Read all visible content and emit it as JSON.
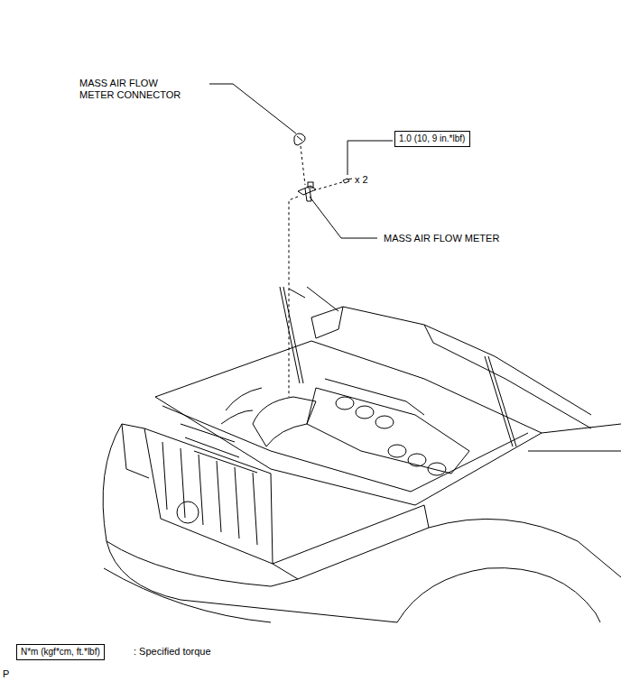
{
  "diagram": {
    "nodes": [
      {
        "text": [
          "1.0 (10, 9 in.*lbf)"
        ]
      },
      {
        "text": [
          "N*m (kgf*cm, ft.*lbf)"
        ]
      }
    ],
    "labels": [
      "MASS AIR FLOW METER CONNECTOR",
      "x 2",
      "MASS AIR FLOW METER",
      ": Specified torque",
      "P"
    ]
  }
}
